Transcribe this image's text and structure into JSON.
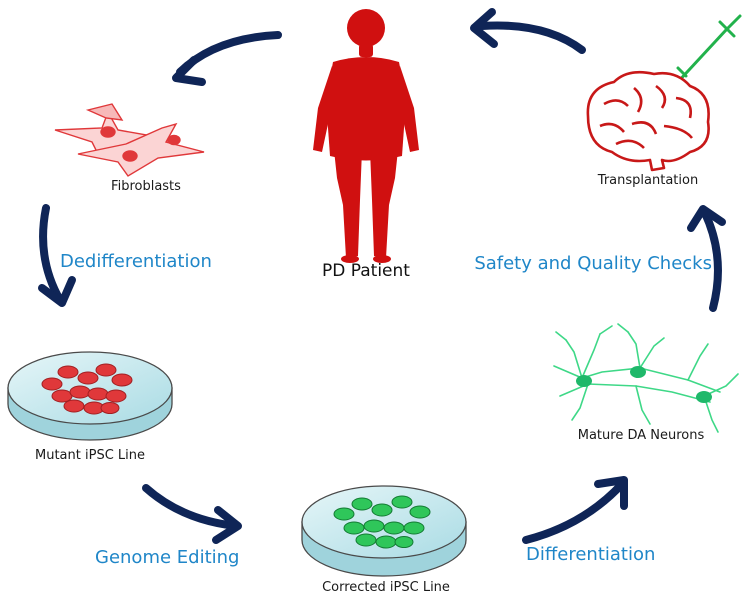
{
  "diagram": {
    "center_label": "PD Patient",
    "nodes": {
      "fibroblasts": "Fibroblasts",
      "mutant_ipsc": "Mutant iPSC Line",
      "corrected_ipsc": "Corrected iPSC Line",
      "neurons": "Mature DA Neurons",
      "transplantation": "Transplantation"
    },
    "steps": {
      "dedifferentiation": "Dedifferentiation",
      "genome_editing": "Genome Editing",
      "differentiation": "Differentiation",
      "safety_checks": "Safety and Quality Checks"
    }
  },
  "colors": {
    "arrow": "#0f2557",
    "patient": "#d01010",
    "red_cell": "#e0383a",
    "green_cell": "#2fc65a",
    "neuron": "#3ed887",
    "dish": "#bfe6ec",
    "step_text": "#1f86c8",
    "syringe": "#22b24c"
  }
}
